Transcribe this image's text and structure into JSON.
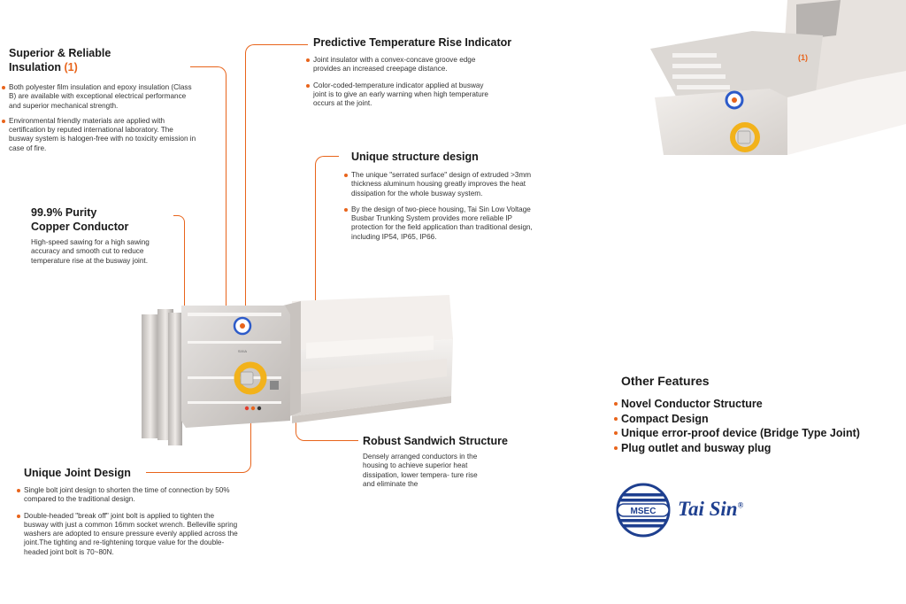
{
  "sections": {
    "insulation": {
      "title_line1": "Superior & Reliable",
      "title_line2": "Insulation",
      "ref": "(1)",
      "bullets": [
        "Both polyester film insulation and epoxy insulation (Class B) are available with exceptional electrical performance and superior mechanical strength.",
        "Environmental friendly materials are applied with certification by reputed international laboratory. The busway system is halogen-free with no toxicity emission in case of fire."
      ]
    },
    "predictive": {
      "title": "Predictive Temperature Rise Indicator",
      "bullets": [
        "Joint insulator with a convex-concave groove edge provides an increased creepage distance.",
        "Color-coded-temperature indicator applied at busway joint is to give an early warning when high temperature occurs at the joint."
      ]
    },
    "copper": {
      "title_line1": "99.9% Purity",
      "title_line2": "Copper Conductor",
      "body": "High-speed sawing for a high sawing accuracy and smooth cut to reduce temperature rise at the busway joint."
    },
    "structure": {
      "title": "Unique structure design",
      "bullets": [
        "The unique \"serrated surface\" design of extruded >3mm thickness aluminum housing greatly improves the heat dissipation for the whole busway system.",
        "By the design of two-piece housing, Tai Sin Low Voltage Busbar Trunking System provides more reliable IP protection for the field application than traditional design, including IP54, IP65, IP66."
      ]
    },
    "sandwich": {
      "title": "Robust Sandwich Structure",
      "body": "Densely arranged conductors in the housing to achieve superior heat dissipation, lower tempera- ture rise and eliminate the"
    },
    "joint": {
      "title": "Unique Joint Design",
      "bullets": [
        "Single bolt joint design to shorten the time of connection by 50% compared to the traditional design.",
        "Double-headed \"break off\" joint bolt is applied to tighten the busway with just a common 16mm socket wrench. Belleville spring washers are adopted to ensure pressure evenly applied across the joint.The tighting and re-tightening torque value for the double-headed joint bolt is 70~80N."
      ]
    },
    "other": {
      "title": "Other Features",
      "items": [
        "Novel Conductor Structure",
        "Compact Design",
        "Unique error-proof device (Bridge Type Joint)",
        "Plug outlet and busway plug"
      ]
    }
  },
  "busway_labels": {
    "main_tag": "SIXIA",
    "inset_ref": "(1)"
  },
  "logo": {
    "mark_text": "MSEC",
    "brand": "Tai Sin",
    "registered": "®"
  },
  "colors": {
    "accent": "#e8641b",
    "logo_blue": "#1e3f8f",
    "housing": "#e9e6e3"
  }
}
